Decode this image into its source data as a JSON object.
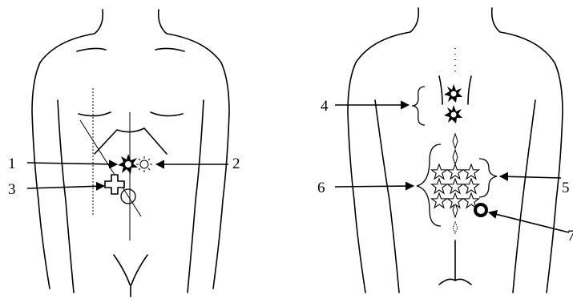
{
  "figure": {
    "colors": {
      "ink": "#000000",
      "background": "#ffffff"
    },
    "front_view": {
      "labels": [
        "1",
        "2",
        "3"
      ],
      "markers": [
        "starburst-icon",
        "sun-icon",
        "cross-icon",
        "circle-icon"
      ]
    },
    "back_view": {
      "labels": [
        "4",
        "5",
        "6",
        "7"
      ],
      "markers": [
        "starburst-icon",
        "star-icon",
        "diamond-icon",
        "ring-icon"
      ]
    }
  }
}
